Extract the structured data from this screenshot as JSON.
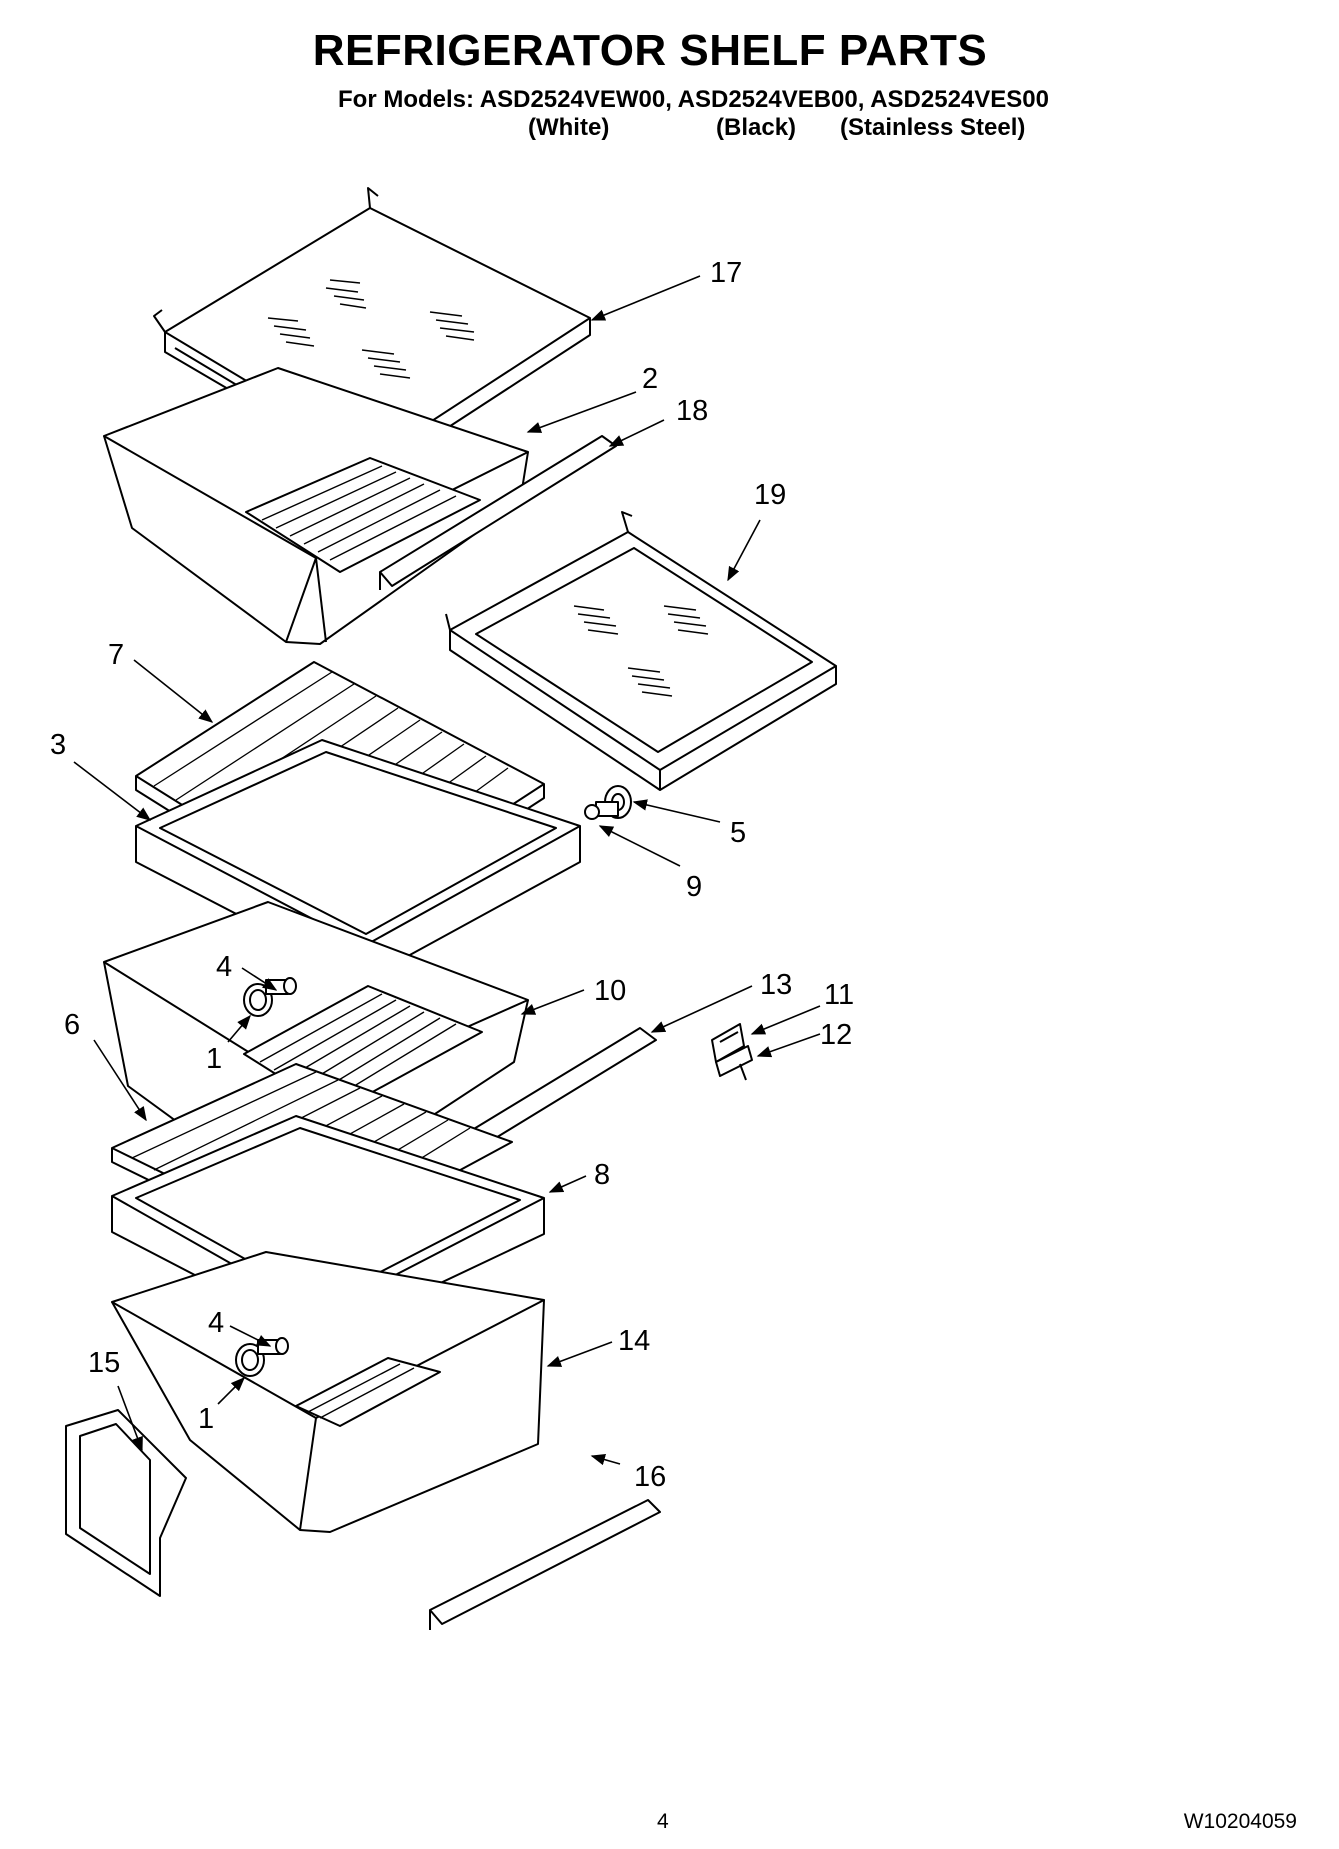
{
  "header": {
    "title": "REFRIGERATOR SHELF PARTS",
    "models_line": "For Models: ASD2524VEW00, ASD2524VEB00, ASD2524VES00",
    "finishes": [
      "(White)",
      "(Black)",
      "(Stainless Steel)"
    ]
  },
  "callouts": {
    "c17": "17",
    "c2": "2",
    "c18": "18",
    "c19": "19",
    "c7": "7",
    "c3": "3",
    "c5": "5",
    "c9": "9",
    "c4a": "4",
    "c1a": "1",
    "c10": "10",
    "c13": "13",
    "c11": "11",
    "c12": "12",
    "c6": "6",
    "c8": "8",
    "c4b": "4",
    "c14": "14",
    "c15": "15",
    "c1b": "1",
    "c16": "16"
  },
  "footer": {
    "page_number": "4",
    "doc_number": "W10204059"
  }
}
